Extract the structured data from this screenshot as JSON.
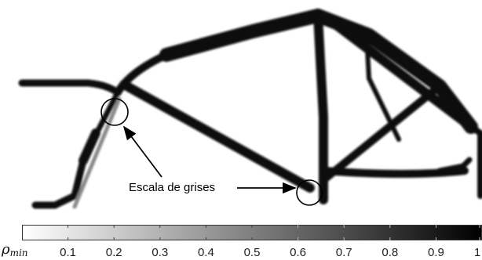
{
  "annotation": {
    "label": "Escala de grises"
  },
  "colorbar": {
    "min_label": "ρ",
    "min_subscript": "min",
    "ticks": [
      "0.1",
      "0.2",
      "0.3",
      "0.4",
      "0.5",
      "0.6",
      "0.7",
      "0.8",
      "0.9",
      "1"
    ],
    "gradient_from": "#ffffff",
    "gradient_to": "#000000"
  }
}
